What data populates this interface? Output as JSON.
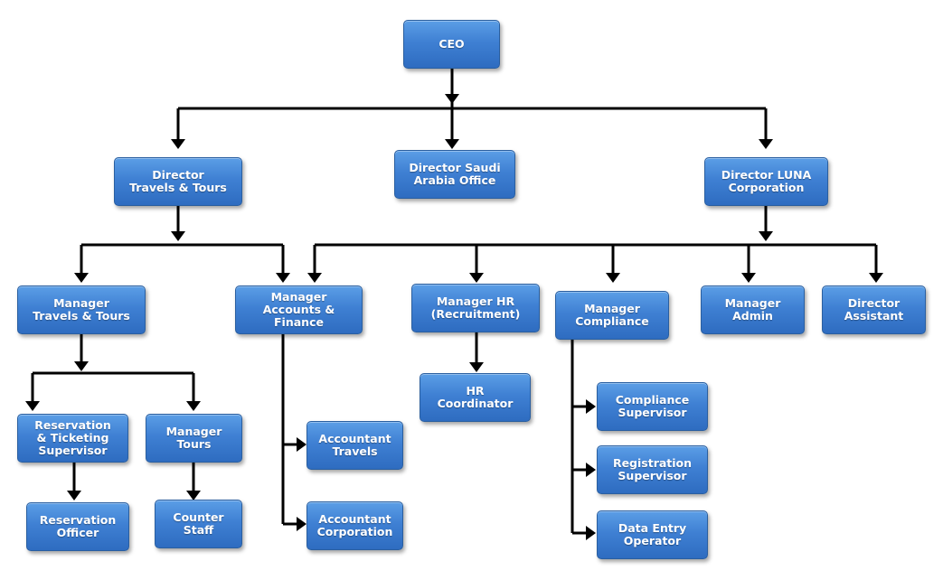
{
  "nodes": {
    "ceo": "CEO",
    "director_travels": "Director\nTravels & Tours",
    "director_saudi": "Director Saudi\nArabia Office",
    "director_luna": "Director LUNA\nCorporation",
    "manager_travels": "Manager\nTravels & Tours",
    "manager_accounts": "Manager\nAccounts &\nFinance",
    "manager_hr": "Manager  HR\n(Recruitment)",
    "manager_compliance": "Manager\nCompliance",
    "manager_admin": "Manager\nAdmin",
    "director_assistant": "Director\nAssistant",
    "reservation_supervisor": "Reservation\n& Ticketing\nSupervisor",
    "manager_tours": "Manager\nTours",
    "hr_coordinator": "HR\nCoordinator",
    "reservation_officer": "Reservation\nOfficer",
    "counter_staff": "Counter\nStaff",
    "accountant_travels": "Accountant\nTravels",
    "accountant_corporation": "Accountant\nCorporation",
    "compliance_supervisor": "Compliance\nSupervisor",
    "registration_supervisor": "Registration\nSupervisor",
    "data_entry_operator": "Data Entry\nOperator"
  }
}
